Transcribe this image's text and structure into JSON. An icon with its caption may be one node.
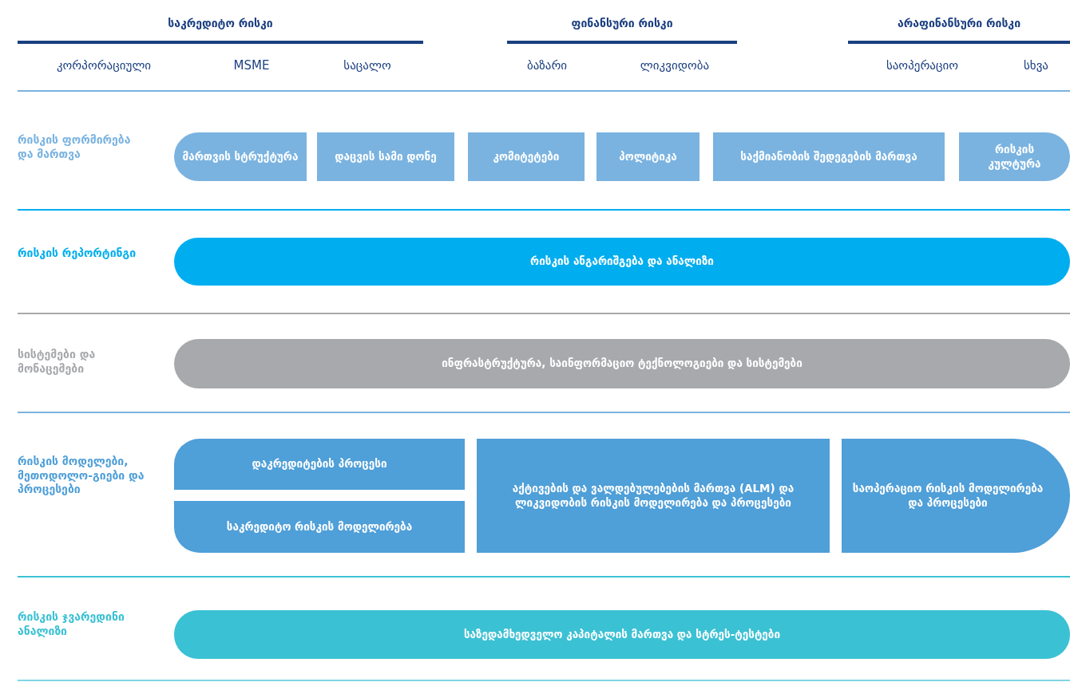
{
  "diagram": {
    "nodes": [
      {
        "text": [
          "მართვის სტრუქტურა"
        ]
      },
      {
        "text": [
          "დაცვის სამი დონე"
        ]
      },
      {
        "text": [
          "კომიტეტები"
        ]
      },
      {
        "text": [
          "პოლიტიკა"
        ]
      },
      {
        "text": [
          "საქმიანობის შედეგების მართვა"
        ]
      },
      {
        "text": [
          "რისკის კულტურა"
        ]
      },
      {
        "text": [
          "რისკის ანგარიშგება და ანალიზი"
        ]
      },
      {
        "text": [
          "ინფრასტრუქტურა, საინფორმაციო ტექნოლოგიები და სისტემები"
        ]
      },
      {
        "text": [
          "დაკრედიტების პროცესი"
        ]
      },
      {
        "text": [
          "საკრედიტო რისკის მოდელირება"
        ]
      },
      {
        "text": [
          "აქტივების და ვალდებულებების მართვა (ALM) და ლიკვიდობის რისკის მოდელირება და პროცესები"
        ]
      },
      {
        "text": [
          "საოპერაციო რისკის მოდელირება და პროცესები"
        ]
      },
      {
        "text": [
          "საზედამხედველო კაპიტალის მართვა და სტრეს-ტესტები"
        ]
      }
    ],
    "labels": [
      "საკრედიტო რისკი",
      "ფინანსური რისკი",
      "არაფინანსური რისკი",
      "კორპორაციული",
      "MSME",
      "საცალო",
      "ბაზარი",
      "ლიკვიდობა",
      "საოპერაციო",
      "სხვა",
      "რისკის ფორმირება და მართვა",
      "რისკის რეპორტინგი",
      "სისტემები და მონაცემები",
      "რისკის მოდელები, მეთოდოლო-გიები და პროცესები",
      "რისკის ჯვარედინი ანალიზი"
    ]
  }
}
